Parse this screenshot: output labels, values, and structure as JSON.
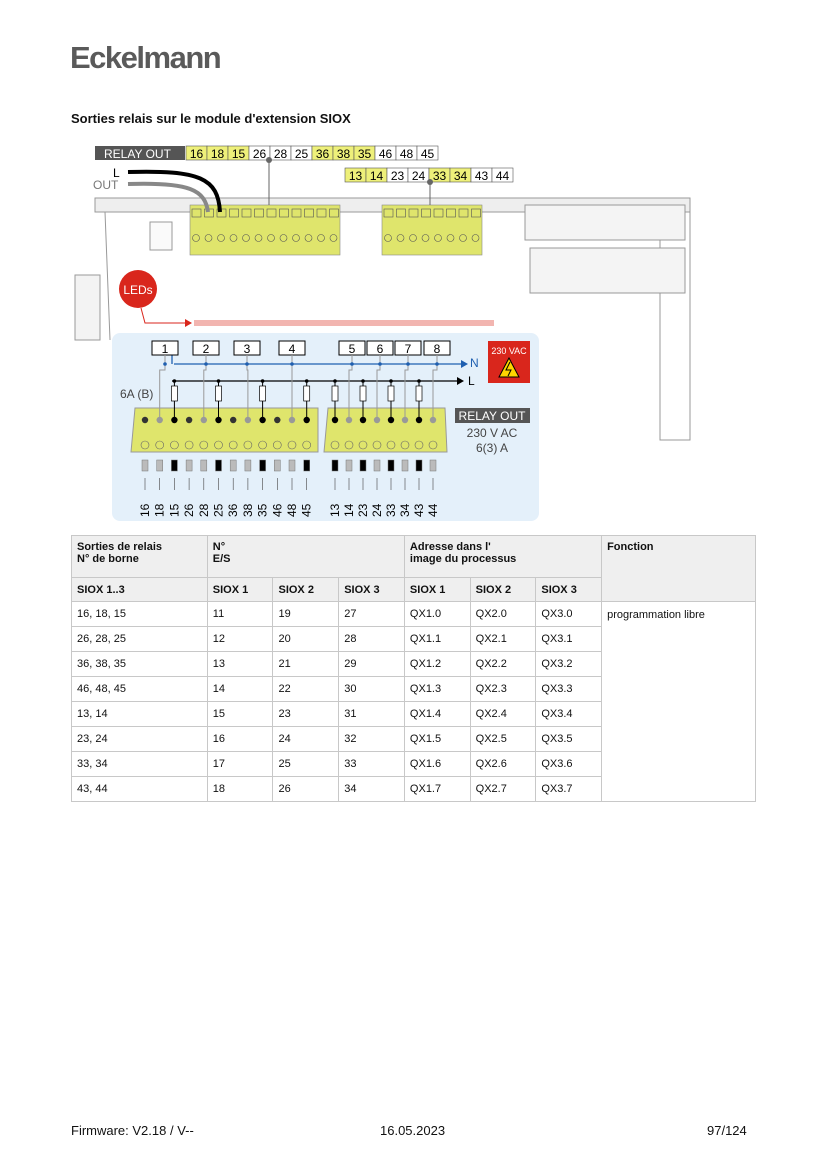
{
  "header": {
    "logo": "Eckelmann",
    "title": "Sorties relais sur le module d'extension SIOX"
  },
  "diagram": {
    "relay_out_label": "RELAY OUT",
    "top_row": [
      {
        "n": "16",
        "hl": true
      },
      {
        "n": "18",
        "hl": true
      },
      {
        "n": "15",
        "hl": true
      },
      {
        "n": "26",
        "hl": false
      },
      {
        "n": "28",
        "hl": false
      },
      {
        "n": "25",
        "hl": false
      },
      {
        "n": "36",
        "hl": true
      },
      {
        "n": "38",
        "hl": true
      },
      {
        "n": "35",
        "hl": true
      },
      {
        "n": "46",
        "hl": false
      },
      {
        "n": "48",
        "hl": false
      },
      {
        "n": "45",
        "hl": false
      }
    ],
    "second_row": [
      {
        "n": "13",
        "hl": true
      },
      {
        "n": "14",
        "hl": true
      },
      {
        "n": "23",
        "hl": false
      },
      {
        "n": "24",
        "hl": false
      },
      {
        "n": "33",
        "hl": true
      },
      {
        "n": "34",
        "hl": true
      },
      {
        "n": "43",
        "hl": false
      },
      {
        "n": "44",
        "hl": false
      }
    ],
    "wire_l": "L",
    "wire_out": "OUT",
    "leds": "LEDs",
    "relays": [
      "1",
      "2",
      "3",
      "4",
      "5",
      "6",
      "7",
      "8"
    ],
    "n_label": "N",
    "l_label": "L",
    "fuse_label": "6A (B)",
    "warning": "230 VAC",
    "relay_box": "RELAY OUT",
    "voltage": "230 V AC",
    "current": "6(3) A",
    "terminals_a": [
      "16",
      "18",
      "15",
      "26",
      "28",
      "25",
      "36",
      "38",
      "35",
      "46",
      "48",
      "45"
    ],
    "terminals_b": [
      "13",
      "14",
      "23",
      "24",
      "33",
      "34",
      "43",
      "44"
    ],
    "colors": {
      "highlight": "#eef07a",
      "terminal": "#dfe56c",
      "panel": "#e4f0fa",
      "blue": "#1f5fb0",
      "red": "#d9261c"
    }
  },
  "table": {
    "headers": {
      "col1": [
        "Sorties de relais",
        "N° de borne"
      ],
      "col2": [
        "N°",
        "E/S"
      ],
      "col3": [
        "Adresse dans l'",
        "image du processus"
      ],
      "col4": "Fonction"
    },
    "subheaders": [
      "SIOX 1..3",
      "SIOX 1",
      "SIOX 2",
      "SIOX 3",
      "SIOX 1",
      "SIOX 2",
      "SIOX 3"
    ],
    "rows": [
      [
        "16, 18, 15",
        "11",
        "19",
        "27",
        "QX1.0",
        "QX2.0",
        "QX3.0"
      ],
      [
        "26, 28, 25",
        "12",
        "20",
        "28",
        "QX1.1",
        "QX2.1",
        "QX3.1"
      ],
      [
        "36, 38, 35",
        "13",
        "21",
        "29",
        "QX1.2",
        "QX2.2",
        "QX3.2"
      ],
      [
        "46, 48, 45",
        "14",
        "22",
        "30",
        "QX1.3",
        "QX2.3",
        "QX3.3"
      ],
      [
        "13, 14",
        "15",
        "23",
        "31",
        "QX1.4",
        "QX2.4",
        "QX3.4"
      ],
      [
        "23, 24",
        "16",
        "24",
        "32",
        "QX1.5",
        "QX2.5",
        "QX3.5"
      ],
      [
        "33, 34",
        "17",
        "25",
        "33",
        "QX1.6",
        "QX2.6",
        "QX3.6"
      ],
      [
        "43, 44",
        "18",
        "26",
        "34",
        "QX1.7",
        "QX2.7",
        "QX3.7"
      ]
    ],
    "function": "programmation libre"
  },
  "footer": {
    "firmware": "Firmware: V2.18 / V--",
    "date": "16.05.2023",
    "page": "97/124"
  }
}
